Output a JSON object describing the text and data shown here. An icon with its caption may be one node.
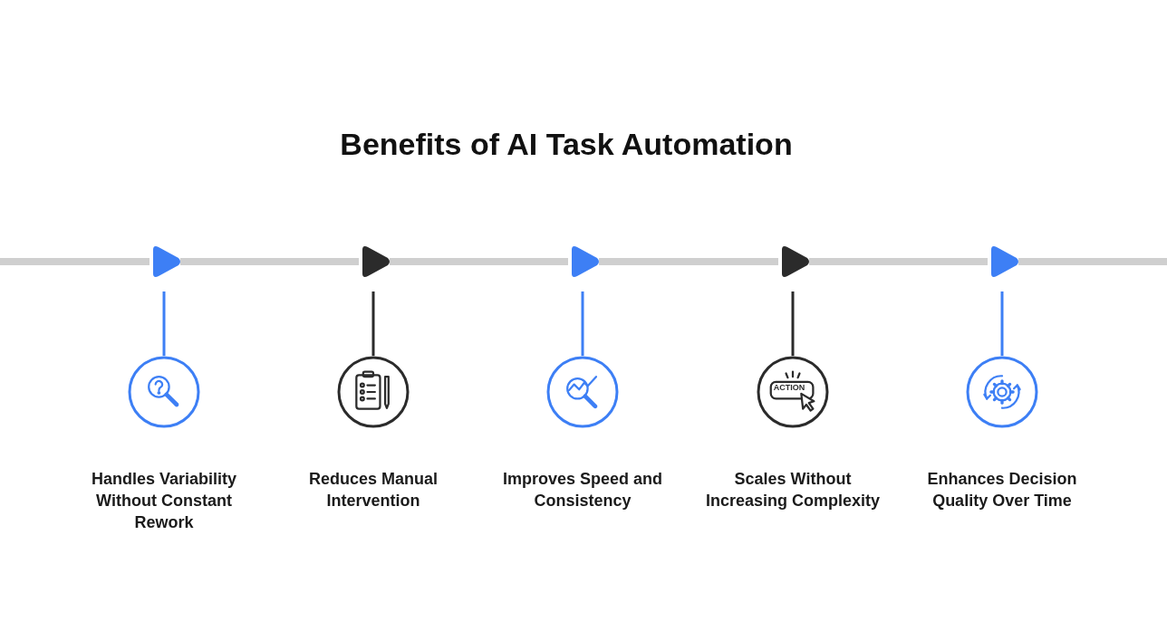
{
  "diagram": {
    "title": "Benefits of AI Task Automation",
    "nodes": [
      {
        "text": [],
        "shape": "triangle"
      },
      {
        "text": [],
        "shape": "triangle"
      },
      {
        "text": [],
        "shape": "triangle"
      },
      {
        "text": [],
        "shape": "triangle"
      },
      {
        "text": [],
        "shape": "triangle"
      },
      {
        "text": [
          "Handles Variability Without Constant Rework"
        ]
      },
      {
        "text": [
          "Reduces Manual Intervention"
        ]
      },
      {
        "text": [
          "Improves Speed and Consistency"
        ]
      },
      {
        "text": [
          "Scales Without Increasing Complexity"
        ]
      },
      {
        "text": [
          "Enhances Decision Quality Over Time"
        ]
      }
    ],
    "edges": [
      {
        "from": 0,
        "to": 1,
        "arrow": "none",
        "style": "thick"
      },
      {
        "from": 1,
        "to": 2,
        "arrow": "none",
        "style": "thick"
      },
      {
        "from": 2,
        "to": 3,
        "arrow": "none",
        "style": "thick"
      },
      {
        "from": 3,
        "to": 4,
        "arrow": "none",
        "style": "thick"
      },
      {
        "from": 0,
        "to": 5,
        "arrow": "none",
        "color": "#3d7ff5"
      },
      {
        "from": 1,
        "to": 6,
        "arrow": "none",
        "color": "#2b2b2b"
      },
      {
        "from": 2,
        "to": 7,
        "arrow": "none",
        "color": "#3d7ff5"
      },
      {
        "from": 3,
        "to": 8,
        "arrow": "none",
        "color": "#2b2b2b"
      },
      {
        "from": 4,
        "to": 9,
        "arrow": "none",
        "color": "#3d7ff5"
      }
    ],
    "labels": [
      "ACTION"
    ]
  }
}
